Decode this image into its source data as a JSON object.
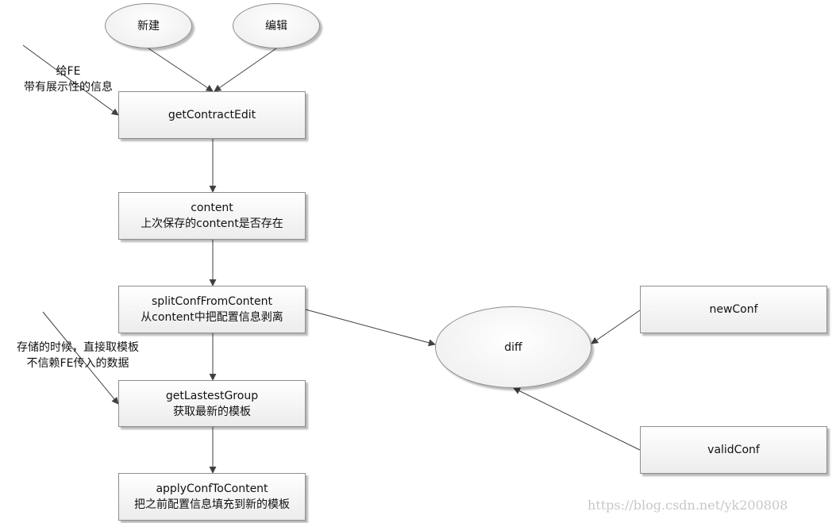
{
  "nodes": {
    "new": "新建",
    "edit": "编辑",
    "getContractEdit": "getContractEdit",
    "content": {
      "line1": "content",
      "line2": "上次保存的content是否存在"
    },
    "splitConf": {
      "line1": "splitConfFromContent",
      "line2": "从content中把配置信息剥离"
    },
    "getLastestGroup": {
      "line1": "getLastestGroup",
      "line2": "获取最新的模板"
    },
    "applyConf": {
      "line1": "applyConfToContent",
      "line2": "把之前配置信息填充到新的模板"
    },
    "diff": "diff",
    "newConf": "newConf",
    "validConf": "validConf"
  },
  "notes": {
    "fe": {
      "line1": "给FE",
      "line2": "带有展示性的信息"
    },
    "storage": {
      "line1": "存储的时候，直接取模板",
      "line2": "不信赖FE传入的数据"
    }
  },
  "watermark": "https://blog.csdn.net/yk200808",
  "colors": {
    "stroke": "#404040",
    "border": "#8e8e8e",
    "fill": "#ececec"
  }
}
